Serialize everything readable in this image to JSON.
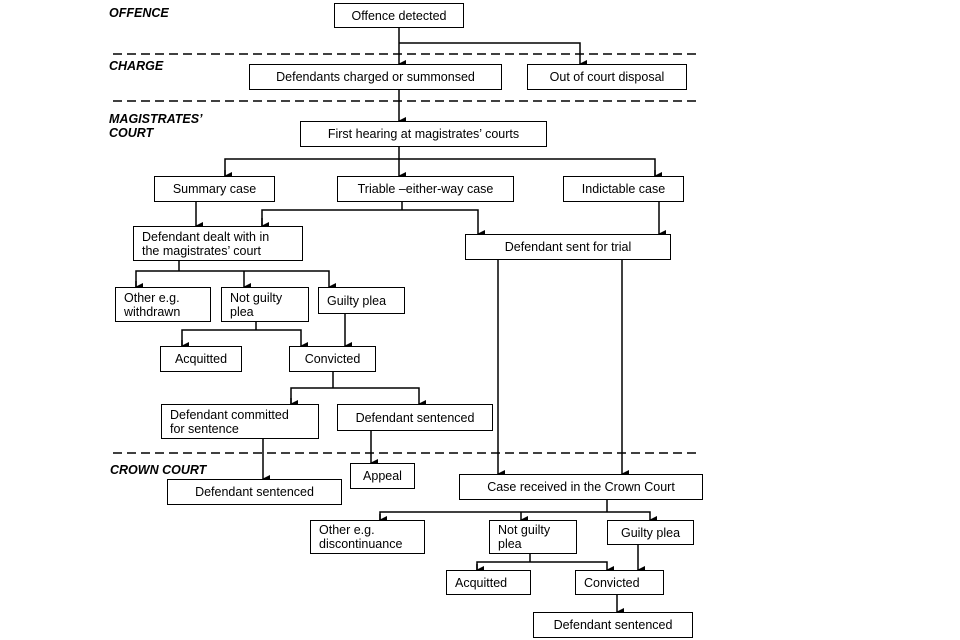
{
  "stages": {
    "offence": "OFFENCE",
    "charge": "CHARGE",
    "magistrates": "MAGISTRATES’\nCOURT",
    "crown": "CROWN COURT"
  },
  "boxes": {
    "offence_detected": "Offence detected",
    "defendants_charged": "Defendants charged or summonsed",
    "out_of_court": "Out of court disposal",
    "first_hearing": "First hearing at magistrates’ courts",
    "summary_case": "Summary case",
    "triable_either_way": "Triable –either-way case",
    "indictable_case": "Indictable case",
    "dealt_with_magistrates": "Defendant dealt with in\nthe magistrates’ court",
    "sent_for_trial": "Defendant sent for trial",
    "mc_other": "Other e.g.\nwithdrawn",
    "mc_not_guilty": "Not guilty\nplea",
    "mc_guilty": "Guilty plea",
    "mc_acquitted": "Acquitted",
    "mc_convicted": "Convicted",
    "committed_for_sentence": "Defendant committed\nfor sentence",
    "mc_sentenced": "Defendant sentenced",
    "cc_sentenced_committal": "Defendant sentenced",
    "appeal": "Appeal",
    "case_received": "Case received in the Crown Court",
    "cc_other": "Other e.g.\ndiscontinuance",
    "cc_not_guilty": "Not guilty\nplea",
    "cc_guilty": "Guilty plea",
    "cc_acquitted": "Acquitted",
    "cc_convicted": "Convicted",
    "cc_sentenced": "Defendant sentenced"
  }
}
